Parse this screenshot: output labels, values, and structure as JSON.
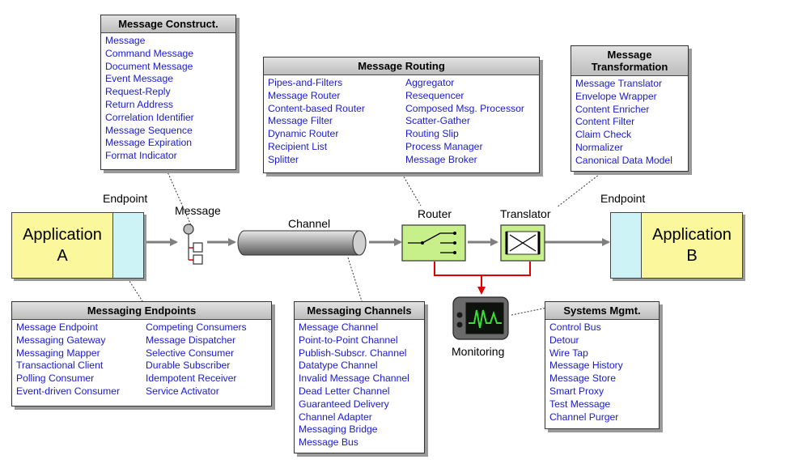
{
  "construct": {
    "title": "Message Construct.",
    "items": [
      "Message",
      "Command Message",
      "Document Message",
      "Event Message",
      "Request-Reply",
      "Return Address",
      "Correlation Identifier",
      "Message Sequence",
      "Message Expiration",
      "Format Indicator"
    ]
  },
  "routing": {
    "title": "Message Routing",
    "col1": [
      "Pipes-and-Filters",
      "Message Router",
      "Content-based Router",
      "Message Filter",
      "Dynamic Router",
      "Recipient List",
      "Splitter"
    ],
    "col2": [
      "Aggregator",
      "Resequencer",
      "Composed Msg. Processor",
      "Scatter-Gather",
      "Routing Slip",
      "Process Manager",
      "Message Broker"
    ]
  },
  "transformation": {
    "title_line1": "Message",
    "title_line2": "Transformation",
    "items": [
      "Message Translator",
      "Envelope Wrapper",
      "Content Enricher",
      "Content Filter",
      "Claim Check",
      "Normalizer",
      "Canonical Data Model"
    ]
  },
  "endpoints": {
    "title": "Messaging Endpoints",
    "col1": [
      "Message Endpoint",
      "Messaging Gateway",
      "Messaging Mapper",
      "Transactional Client",
      "Polling Consumer",
      "Event-driven Consumer"
    ],
    "col2": [
      "Competing Consumers",
      "Message Dispatcher",
      "Selective Consumer",
      "Durable Subscriber",
      "Idempotent Receiver",
      "Service Activator"
    ]
  },
  "channels": {
    "title": "Messaging Channels",
    "items": [
      "Message Channel",
      "Point-to-Point Channel",
      "Publish-Subscr. Channel",
      "Datatype Channel",
      "Invalid Message Channel",
      "Dead Letter Channel",
      "Guaranteed Delivery",
      "Channel Adapter",
      "Messaging Bridge",
      "Message Bus"
    ]
  },
  "systems": {
    "title": "Systems Mgmt.",
    "items": [
      "Control Bus",
      "Detour",
      "Wire Tap",
      "Message History",
      "Message Store",
      "Smart Proxy",
      "Test Message",
      "Channel Purger"
    ]
  },
  "diagram": {
    "app_a_line1": "Application",
    "app_a_line2": "A",
    "app_b_line1": "Application",
    "app_b_line2": "B",
    "endpoint_left": "Endpoint",
    "endpoint_right": "Endpoint",
    "message": "Message",
    "channel": "Channel",
    "router": "Router",
    "translator": "Translator",
    "monitoring": "Monitoring"
  }
}
